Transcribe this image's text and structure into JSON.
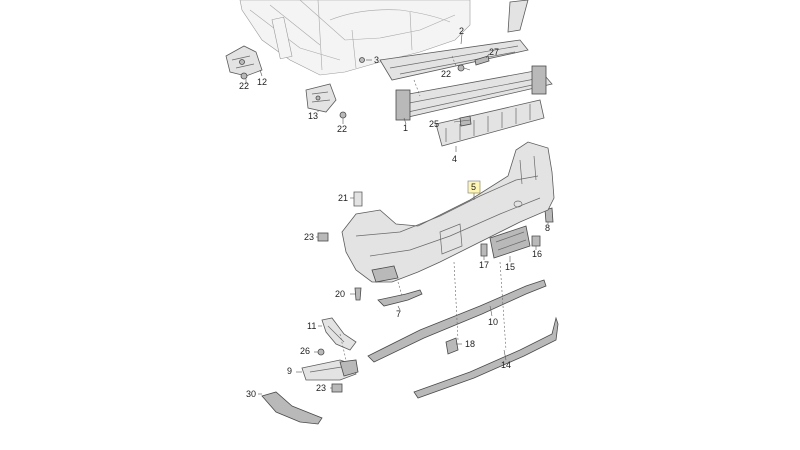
{
  "labels": {
    "p1": "1",
    "p2": "2",
    "p3": "3",
    "p4": "4",
    "p5": "5",
    "p7": "7",
    "p8": "8",
    "p9": "9",
    "p10": "10",
    "p11": "11",
    "p12": "12",
    "p13": "13",
    "p14": "14",
    "p15": "15",
    "p16": "16",
    "p17": "17",
    "p18": "18",
    "p20": "20",
    "p21": "21",
    "p22a": "22",
    "p22b": "22",
    "p22c": "22",
    "p23a": "23",
    "p23b": "23",
    "p25": "25",
    "p26": "26",
    "p27": "27",
    "p30": "30"
  }
}
